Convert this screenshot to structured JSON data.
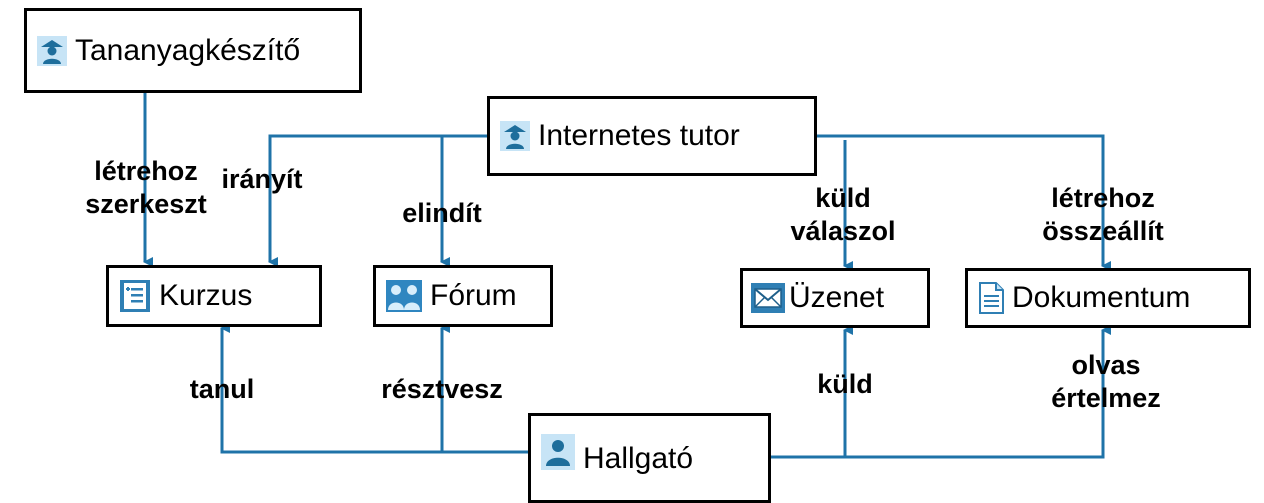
{
  "colors": {
    "edge": "#1f73a8",
    "person_icon_bg": "#c7e4f6",
    "person_icon": "#1e6e9c"
  },
  "nodes": {
    "author": {
      "label": "Tananyagkészítő",
      "icon": "person-icon"
    },
    "tutor": {
      "label": "Internetes tutor",
      "icon": "person-icon"
    },
    "course": {
      "label": "Kurzus",
      "icon": "course-list-icon"
    },
    "forum": {
      "label": "Fórum",
      "icon": "group-icon"
    },
    "message": {
      "label": "Üzenet",
      "icon": "envelope-icon"
    },
    "document": {
      "label": "Dokumentum",
      "icon": "document-icon"
    },
    "student": {
      "label": "Hallgató",
      "icon": "person-icon"
    }
  },
  "edges": {
    "author_course": [
      "létrehoz",
      "szerkeszt"
    ],
    "tutor_course": [
      "irányít"
    ],
    "tutor_forum": [
      "elindít"
    ],
    "tutor_message": [
      "küld",
      "válaszol"
    ],
    "tutor_document": [
      "létrehoz",
      "összeállít"
    ],
    "student_course": [
      "tanul"
    ],
    "student_forum": [
      "résztvesz"
    ],
    "student_message": [
      "küld"
    ],
    "student_document": [
      "olvas",
      "értelmez"
    ]
  }
}
